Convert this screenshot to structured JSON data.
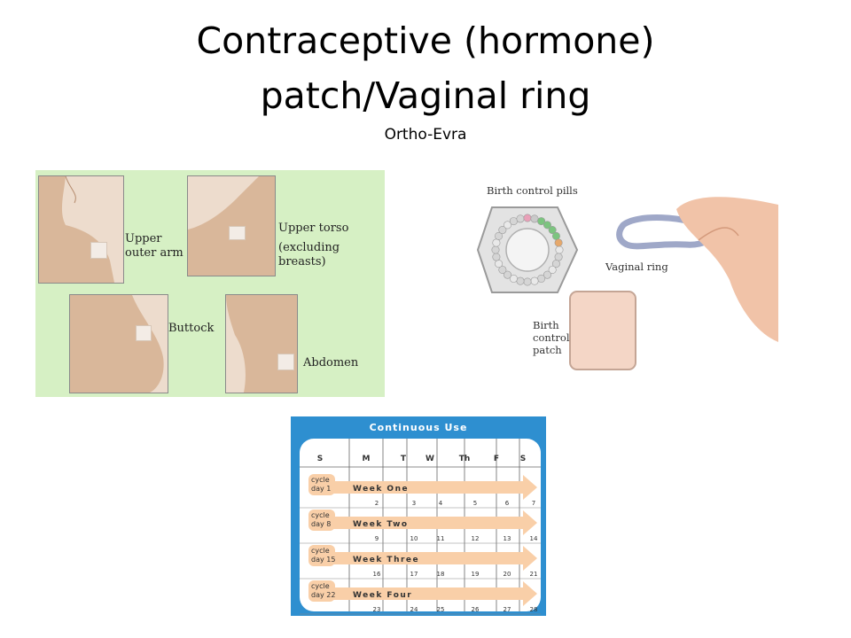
{
  "slide": {
    "title_line1": "Contraceptive (hormone)",
    "title_line2": "patch/Vaginal ring",
    "subtitle": "Ortho-Evra"
  },
  "placement": {
    "labels": {
      "upper_outer_arm": [
        "Upper",
        "outer arm"
      ],
      "upper_torso": [
        "Upper torso",
        "(excluding breasts)"
      ],
      "buttock": "Buttock",
      "abdomen": "Abdomen"
    },
    "background_color": "#d6f0c4"
  },
  "methods": {
    "pills_label": "Birth control pills",
    "ring_label": "Vaginal ring",
    "patch_label": [
      "Birth",
      "control",
      "patch"
    ]
  },
  "calendar": {
    "title": "Continuous Use",
    "days": [
      "S",
      "M",
      "T",
      "W",
      "Th",
      "F",
      "S"
    ],
    "weeks": [
      {
        "cycle_label": [
          "cycle",
          "day 1"
        ],
        "arrow_label": "Week One",
        "dates": [
          "2",
          "3",
          "4",
          "5",
          "6",
          "7"
        ]
      },
      {
        "cycle_label": [
          "cycle",
          "day 8"
        ],
        "arrow_label": "Week Two",
        "dates": [
          "9",
          "10",
          "11",
          "12",
          "13",
          "14"
        ]
      },
      {
        "cycle_label": [
          "cycle",
          "day 15"
        ],
        "arrow_label": "Week Three",
        "dates": [
          "16",
          "17",
          "18",
          "19",
          "20",
          "21"
        ]
      },
      {
        "cycle_label": [
          "cycle",
          "day 22"
        ],
        "arrow_label": "Week Four",
        "dates": [
          "23",
          "24",
          "25",
          "26",
          "27",
          "28"
        ]
      }
    ],
    "colors": {
      "frame": "#2e8fd0",
      "arrow": "#f9cfa8",
      "paper": "#ffffff",
      "text": "#333333"
    }
  }
}
